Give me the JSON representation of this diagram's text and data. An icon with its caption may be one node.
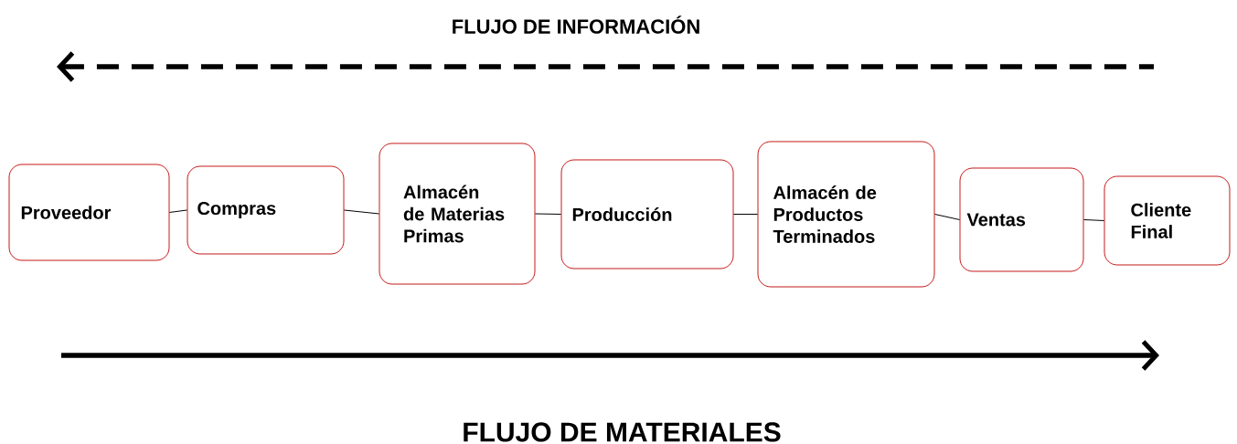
{
  "diagram": {
    "nodes": [
      {
        "text": [
          "Proveedor"
        ]
      },
      {
        "text": [
          "Compras"
        ]
      },
      {
        "text": [
          "Almacén de Materias Primas"
        ]
      },
      {
        "text": [
          "Producción"
        ]
      },
      {
        "text": [
          "Almacén de Productos Terminados"
        ]
      },
      {
        "text": [
          "Ventas"
        ]
      },
      {
        "text": [
          "Cliente Final"
        ]
      }
    ],
    "edges": [
      {
        "from": 0,
        "to": 1,
        "arrow": "none"
      },
      {
        "from": 1,
        "to": 2,
        "arrow": "none"
      },
      {
        "from": 2,
        "to": 3,
        "arrow": "none"
      },
      {
        "from": 3,
        "to": 4,
        "arrow": "none"
      },
      {
        "from": 4,
        "to": 5,
        "arrow": "none"
      },
      {
        "from": 5,
        "to": 6,
        "arrow": "none"
      }
    ],
    "labels": [
      "FLUJO DE INFORMACIÓN",
      "FLUJO DE MATERIALES"
    ]
  }
}
